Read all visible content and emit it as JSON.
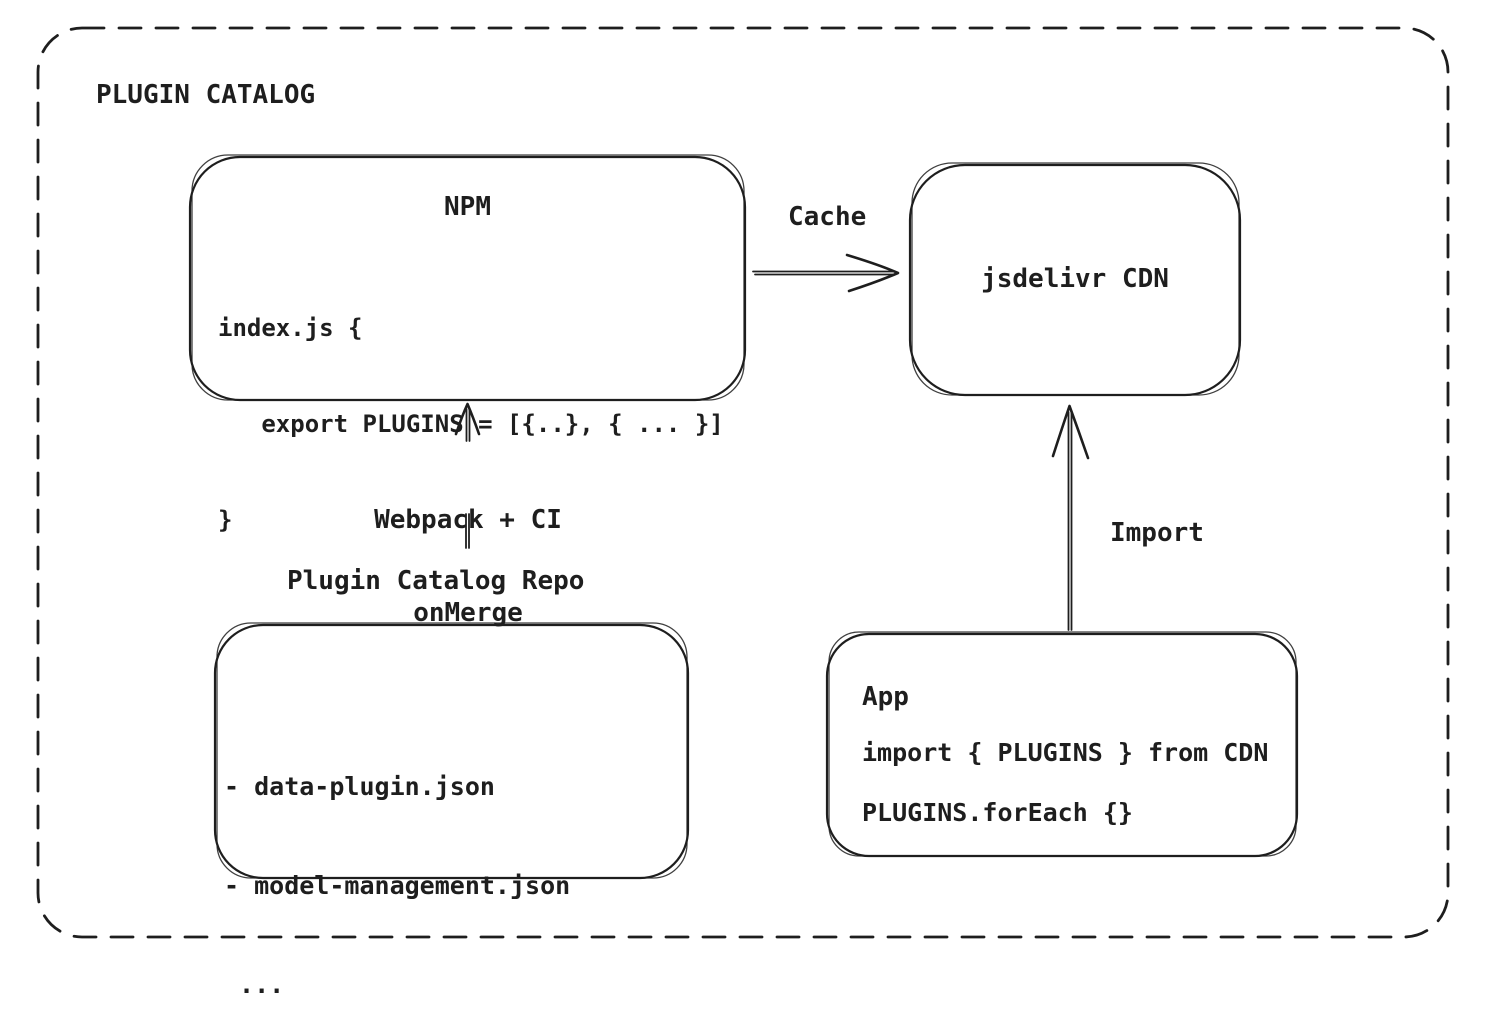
{
  "colors": {
    "ink": "#1e1e1e",
    "background": "#ffffff"
  },
  "frame": {
    "title": "PLUGIN CATALOG"
  },
  "nodes": {
    "npm": {
      "title": "NPM",
      "code": [
        "index.js {",
        "   export PLUGINS = [{..}, { ... }]",
        "}"
      ]
    },
    "cdn": {
      "title": "jsdelivr CDN"
    },
    "repo": {
      "title": "Plugin Catalog Repo",
      "items": [
        "- data-plugin.json",
        "- model-management.json",
        " ..."
      ]
    },
    "app": {
      "title": "App",
      "code": [
        "import { PLUGINS } from CDN",
        "PLUGINS.forEach {}"
      ]
    }
  },
  "edges": {
    "cache": {
      "label": "Cache"
    },
    "build": {
      "label_line1": "Webpack + CI",
      "label_line2": "onMerge"
    },
    "import": {
      "label": "Import"
    }
  }
}
